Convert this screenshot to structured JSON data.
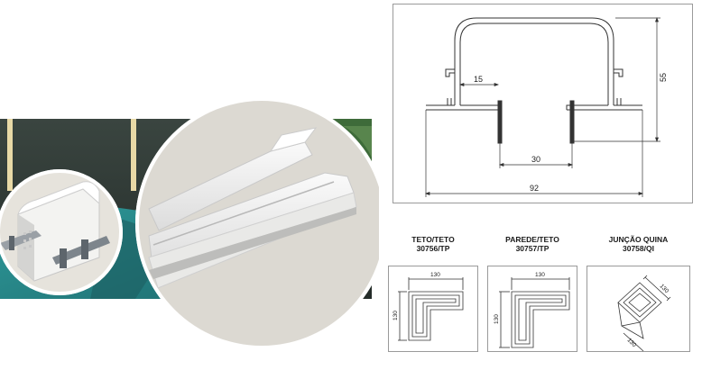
{
  "profile_drawing": {
    "dim_15": "15",
    "dim_55": "55",
    "dim_30": "30",
    "dim_92": "92"
  },
  "accessories": [
    {
      "name": "TETO/TETO",
      "code": "30756/TP",
      "dim_w": "130",
      "dim_h": "130"
    },
    {
      "name": "PAREDE/TETO",
      "code": "30757/TP",
      "dim_w": "130",
      "dim_h": "130"
    },
    {
      "name": "JUNÇÃO QUINA",
      "code": "30758/QI",
      "dim_w": "130",
      "dim_h": "130"
    }
  ],
  "colors": {
    "wall_dark": "#2f3a35",
    "teal_fabric": "#2a8c8c",
    "circle_bg": "#dcd9d2",
    "profile_white": "#f2f2f0",
    "line_gray": "#9a9a9a",
    "light_bar": "#e8d9a6"
  }
}
